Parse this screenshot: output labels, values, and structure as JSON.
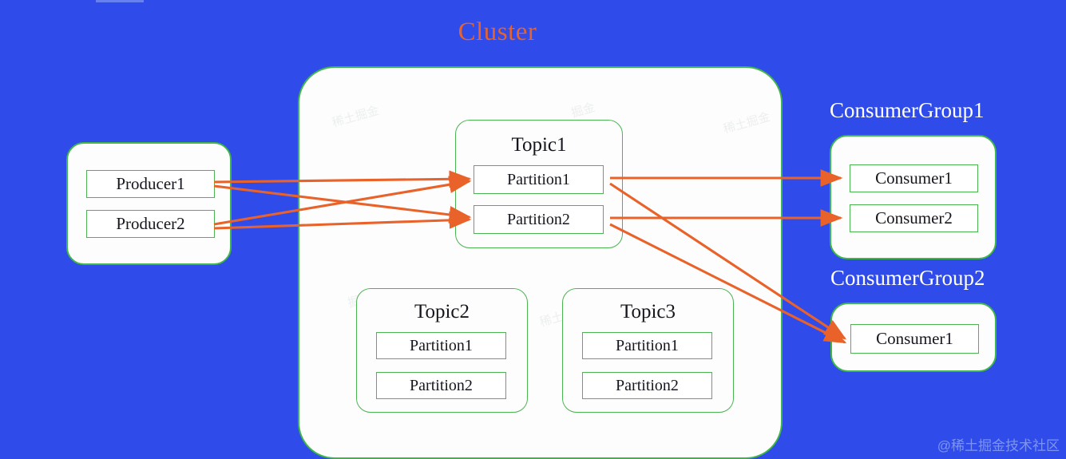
{
  "theme": {
    "background": "#2f4ceb",
    "box_border": "#4bb551",
    "box_fill": "#ffffff",
    "arrow": "#e8622a",
    "title_color": "#e8622a",
    "group_label_color": "#ffffff",
    "text_color": "#16161e"
  },
  "diagram": {
    "title": "Cluster",
    "producer_group": {
      "items": [
        {
          "label": "Producer1"
        },
        {
          "label": "Producer2"
        }
      ]
    },
    "cluster": {
      "topics": [
        {
          "name": "Topic1",
          "partitions": [
            {
              "label": "Partition1"
            },
            {
              "label": "Partition2"
            }
          ]
        },
        {
          "name": "Topic2",
          "partitions": [
            {
              "label": "Partition1"
            },
            {
              "label": "Partition2"
            }
          ]
        },
        {
          "name": "Topic3",
          "partitions": [
            {
              "label": "Partition1"
            },
            {
              "label": "Partition2"
            }
          ]
        }
      ]
    },
    "consumer_groups": [
      {
        "title": "ConsumerGroup1",
        "consumers": [
          {
            "label": "Consumer1"
          },
          {
            "label": "Consumer2"
          }
        ]
      },
      {
        "title": "ConsumerGroup2",
        "consumers": [
          {
            "label": "Consumer1"
          }
        ]
      }
    ],
    "connections": [
      {
        "from": "Producer1",
        "to": "Topic1.Partition1"
      },
      {
        "from": "Producer1",
        "to": "Topic1.Partition2"
      },
      {
        "from": "Producer2",
        "to": "Topic1.Partition1"
      },
      {
        "from": "Producer2",
        "to": "Topic1.Partition2"
      },
      {
        "from": "Topic1.Partition1",
        "to": "ConsumerGroup1.Consumer1"
      },
      {
        "from": "Topic1.Partition2",
        "to": "ConsumerGroup1.Consumer2"
      },
      {
        "from": "Topic1.Partition1",
        "to": "ConsumerGroup2.Consumer1"
      },
      {
        "from": "Topic1.Partition2",
        "to": "ConsumerGroup2.Consumer1"
      }
    ]
  },
  "watermark": {
    "corner": "@稀土掘金技术社区",
    "tiles": [
      "稀土掘金",
      "掘金",
      "稀土掘金",
      "掘金",
      "稀土掘金",
      "掘金",
      "稀土掘金",
      "掘金"
    ]
  }
}
